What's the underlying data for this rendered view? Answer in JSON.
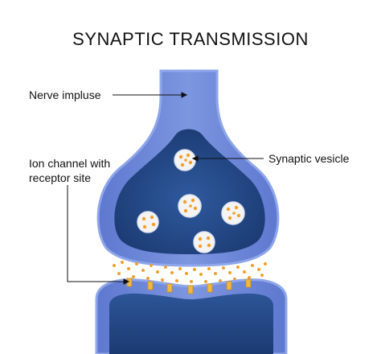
{
  "diagram": {
    "title": "SYNAPTIC TRANSMISSION",
    "labels": {
      "nerve_impulse": "Nerve impluse",
      "synaptic_vesicle": "Synaptic vesicle",
      "ion_channel_line1": "Ion channel with",
      "ion_channel_line2": "receptor site"
    },
    "colors": {
      "membrane_outer": "#6b86d6",
      "membrane_light": "#a7b9f0",
      "interior_dark": "#1e3f78",
      "interior_mid": "#2d5597",
      "vesicle": "#f4f4f4",
      "neurotransmitter": "#f0a030",
      "receptor": "#f0b840",
      "pointer": "#111111"
    }
  }
}
